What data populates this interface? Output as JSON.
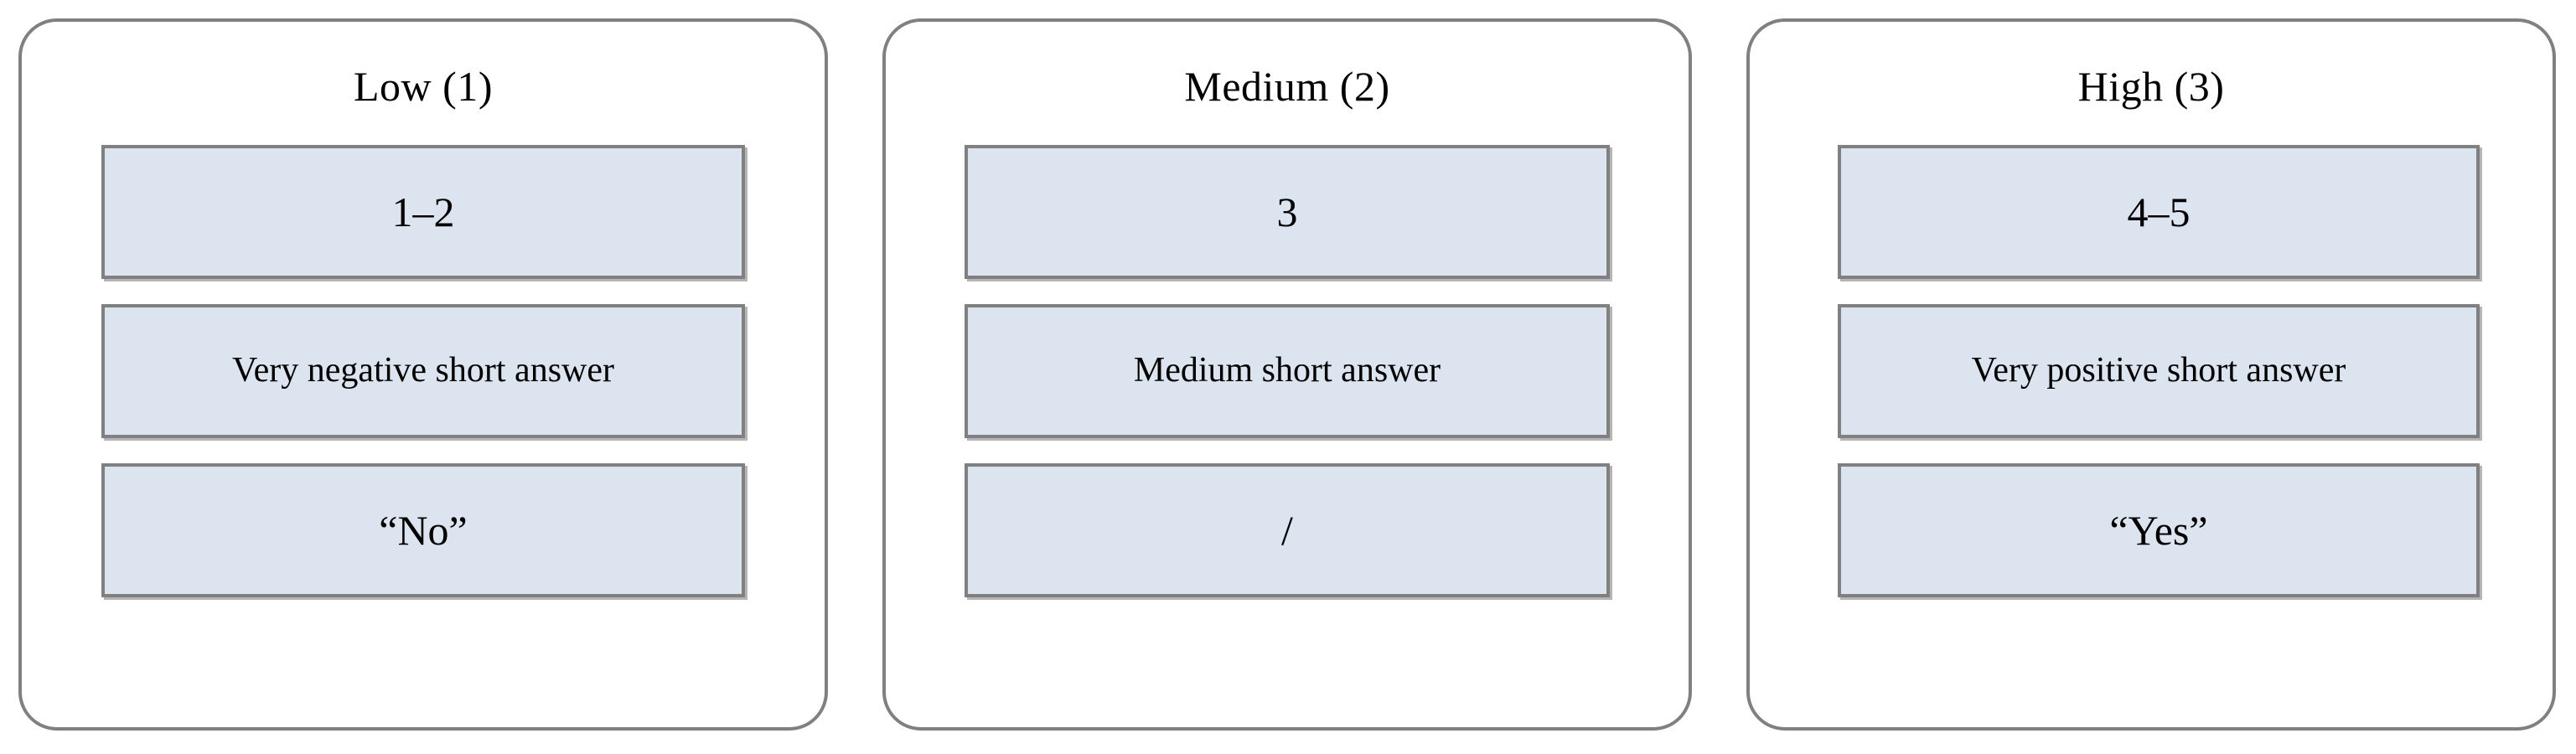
{
  "diagram": {
    "type": "three-level-rubric",
    "colors": {
      "panel_border": "#808080",
      "panel_fill": "#ffffff",
      "cell_border": "#808080",
      "cell_fill": "#dce4f0",
      "text": "#000000"
    },
    "panels": [
      {
        "id": "low",
        "title": "Low (1)",
        "rows": [
          {
            "role": "score-range",
            "value": "1–2"
          },
          {
            "role": "short-answer",
            "value": "Very negative short answer"
          },
          {
            "role": "binary-answer",
            "value": "“No”"
          }
        ]
      },
      {
        "id": "medium",
        "title": "Medium (2)",
        "rows": [
          {
            "role": "score-range",
            "value": "3"
          },
          {
            "role": "short-answer",
            "value": "Medium short answer"
          },
          {
            "role": "binary-answer",
            "value": "/"
          }
        ]
      },
      {
        "id": "high",
        "title": "High (3)",
        "rows": [
          {
            "role": "score-range",
            "value": "4–5"
          },
          {
            "role": "short-answer",
            "value": "Very positive short answer"
          },
          {
            "role": "binary-answer",
            "value": "“Yes”"
          }
        ]
      }
    ]
  }
}
